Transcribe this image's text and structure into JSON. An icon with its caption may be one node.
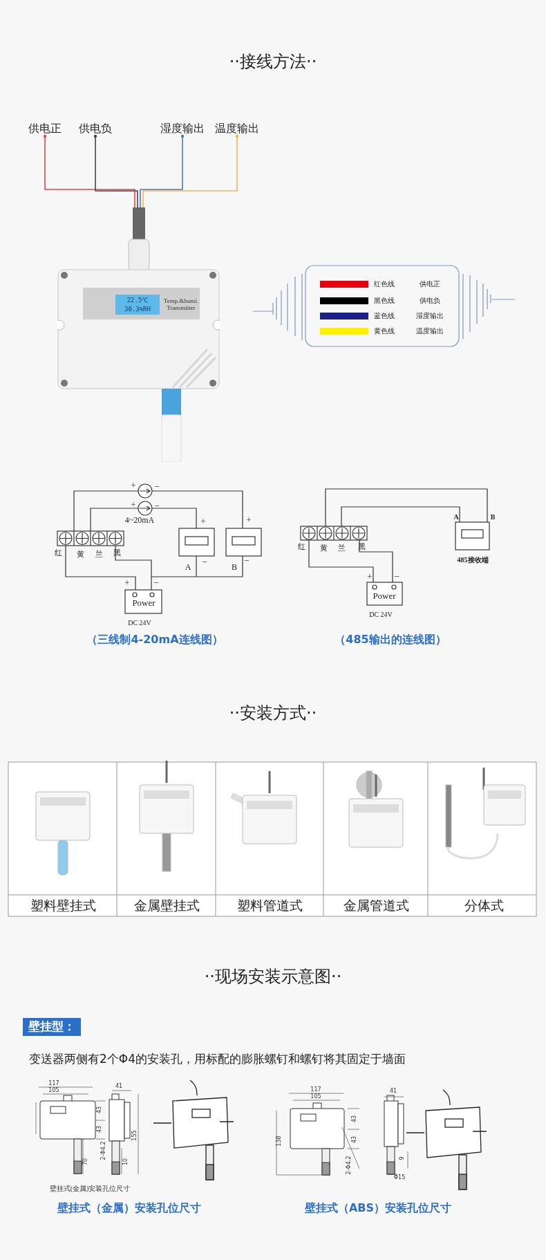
{
  "diagram": {
    "nodes": [
      {
        "text": [
          "供电正"
        ]
      },
      {
        "text": [
          "供电负"
        ]
      },
      {
        "text": [
          "湿度输出"
        ]
      },
      {
        "text": [
          "温度输出"
        ]
      },
      {
        "text": [],
        "shape": "picture"
      }
    ],
    "edges": [
      {
        "from": 0,
        "to": 4,
        "arrow": "other",
        "color": "#e8434b"
      },
      {
        "from": 1,
        "to": 4,
        "arrow": "other",
        "color": "#444444"
      },
      {
        "from": 2,
        "to": 4,
        "arrow": "other",
        "color": "#4a78c2"
      },
      {
        "from": 3,
        "to": 4,
        "arrow": "other",
        "color": "#f0b55a"
      }
    ],
    "labels": [
      "··接线方法··",
      "22.5℃",
      "30.3%RH",
      "Temp.&humi. Transmitter",
      "供电正",
      "供电负",
      "湿度输出",
      "温度输出",
      "+",
      "−",
      "+",
      "−",
      "4~20mA",
      "+",
      "+",
      "红",
      "黄",
      "兰",
      "黑",
      "A",
      "−",
      "B",
      "−",
      "+",
      "−",
      "Power",
      "DC 24V",
      "A",
      "B",
      "红",
      "黄",
      "兰",
      "黑",
      "485接收端",
      "+",
      "−",
      "Power",
      "DC 24V",
      "（三线制4-20mA连线图）",
      "（485输出的连线图）",
      "··安装方式··",
      "塑料壁挂式",
      "金属壁挂式",
      "塑料管道式",
      "金属管道式",
      "分体式",
      "··现场安装示意图··",
      "壁挂型：",
      "变送器两侧有2个Φ4的安装孔，用标配的膨胀螺钉和螺钉将其固定于墙面",
      "117",
      "105",
      "41",
      "43",
      "43",
      "155",
      "70",
      "10",
      "2-Φ4.2",
      "壁挂式(金属)安装孔位尺寸",
      "壁挂式（金属）安装孔位尺寸",
      "117",
      "105",
      "41",
      "43",
      "43",
      "138",
      "2-Φ4.2",
      "9",
      "Φ15",
      "壁挂式（ABS）安装孔位尺寸"
    ],
    "legend": [
      {
        "text": "红色线",
        "color": "#e60012"
      },
      {
        "text": "黑色线",
        "color": "#000000"
      },
      {
        "text": "蓝色线",
        "color": "#1d2088"
      },
      {
        "text": "黄色线",
        "color": "#fff100"
      }
    ]
  }
}
